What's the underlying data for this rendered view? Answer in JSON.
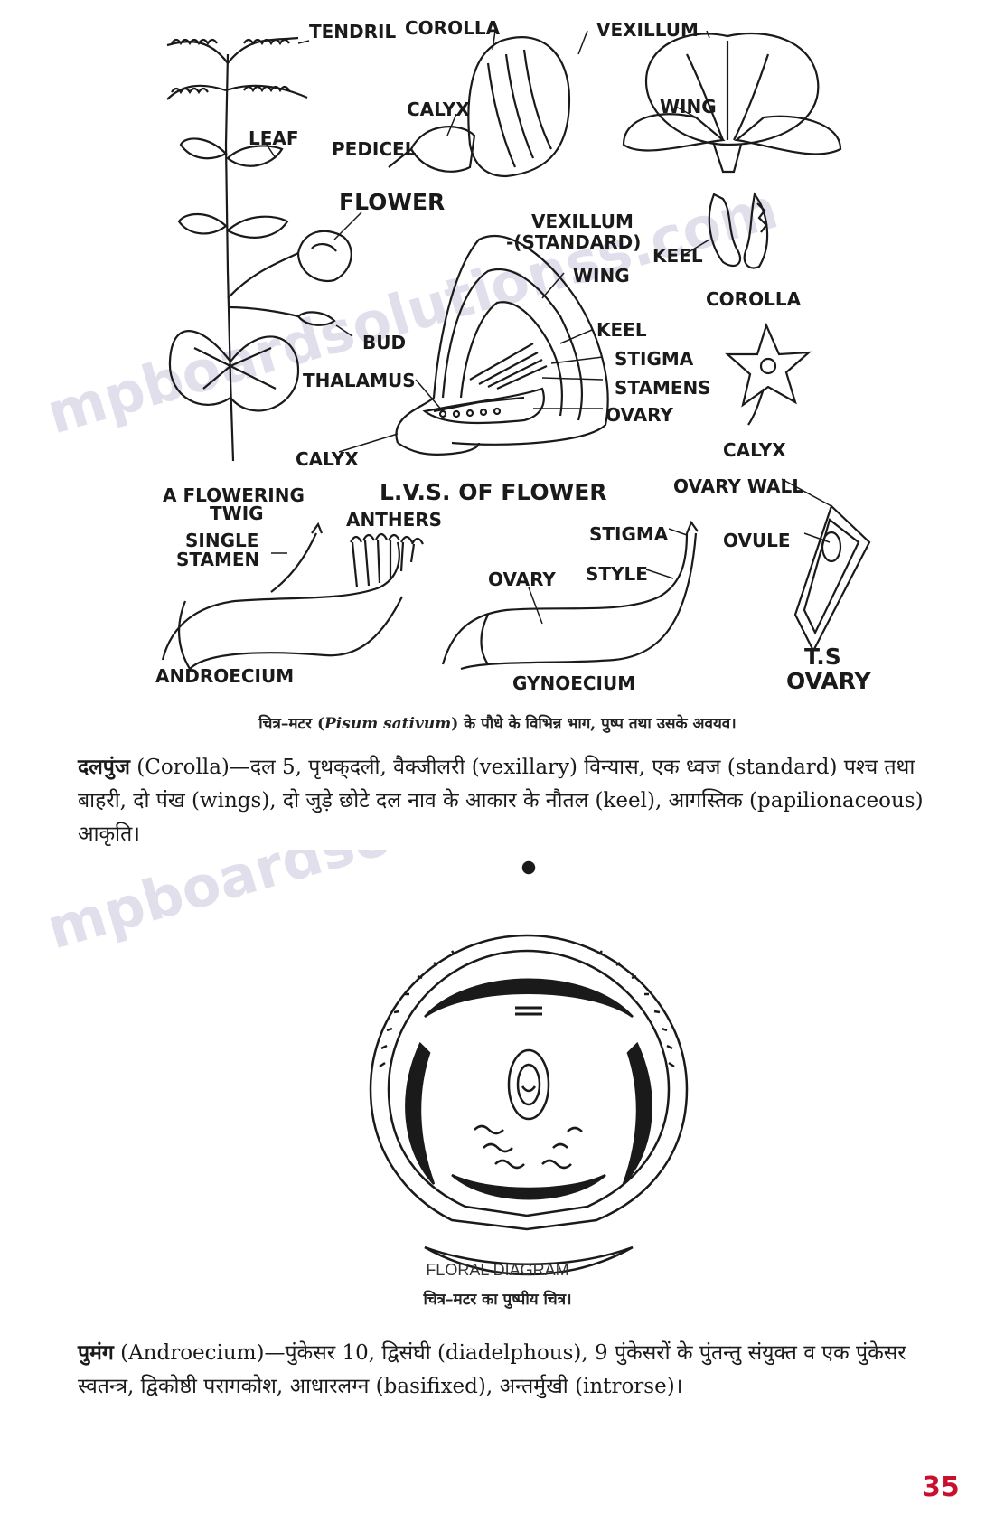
{
  "figure1": {
    "labels": {
      "tendril": "TENDRIL",
      "corolla_top": "COROLLA",
      "vexillum_top": "VEXILLUM",
      "calyx_top": "CALYX",
      "wing_top": "WING",
      "leaf": "LEAF",
      "pedicel": "PEDICEL",
      "flower": "FLOWER",
      "vexillum_standard_1": "VEXILLUM",
      "vexillum_standard_2": "-(STANDARD)",
      "keel_right": "KEEL",
      "wing_mid": "WING",
      "corolla_right": "COROLLA",
      "bud": "BUD",
      "keel_mid": "KEEL",
      "stigma_mid": "STIGMA",
      "thalamus": "THALAMUS",
      "stamens": "STAMENS",
      "ovary_mid": "OVARY",
      "calyx_right": "CALYX",
      "calyx_mid": "CALYX",
      "flowering_twig_1": "A FLOWERING",
      "flowering_twig_2": "TWIG",
      "lvs_flower": "L.V.S. OF FLOWER",
      "ovary_wall": "OVARY WALL",
      "anthers": "ANTHERS",
      "single_stamen_1": "SINGLE",
      "single_stamen_2": "STAMEN",
      "stigma_low": "STIGMA",
      "ovule": "OVULE",
      "ovary_low": "OVARY",
      "style": "STYLE",
      "androecium": "ANDROECIUM",
      "gynoecium": "GYNOECIUM",
      "ts_1": "T.S",
      "ts_2": "OVARY"
    },
    "caption_pre": "चित्र–मटर (",
    "caption_italic": "Pisum sativum",
    "caption_post": ") के पौधे के विभिन्न भाग, पुष्प तथा उसके अवयव।"
  },
  "paragraph_corolla": {
    "term": "दलपुंज",
    "text": " (Corolla)—दल 5, पृथक्‌दली, वैक्जीलरी (vexillary) विन्यास, एक ध्वज (standard) पश्च तथा बाहरी, दो पंख (wings), दो जुड़े छोटे दल नाव के आकार के नौतल (keel), आगस्तिक (papilionaceous) आकृति।"
  },
  "figure2": {
    "title": "FLORAL DIAGRAM",
    "caption": "चित्र–मटर का पुष्पीय चित्र।"
  },
  "paragraph_androecium": {
    "term": "पुमंग",
    "text": " (Androecium)—पुंकेसर 10, द्विसंघी (diadelphous), 9 पुंकेसरों के पुंतन्तु संयुक्त व एक पुंकेसर स्वतन्त्र, द्विकोष्ठी परागकोश, आधारलग्न (basifixed),  अन्तर्मुखी (introrse)।"
  },
  "watermark": "mpboardsolutionss.com",
  "page_number": "35",
  "colors": {
    "ink": "#1a1a1a",
    "watermark": "#c9c6dc",
    "page_number": "#c8102e"
  }
}
